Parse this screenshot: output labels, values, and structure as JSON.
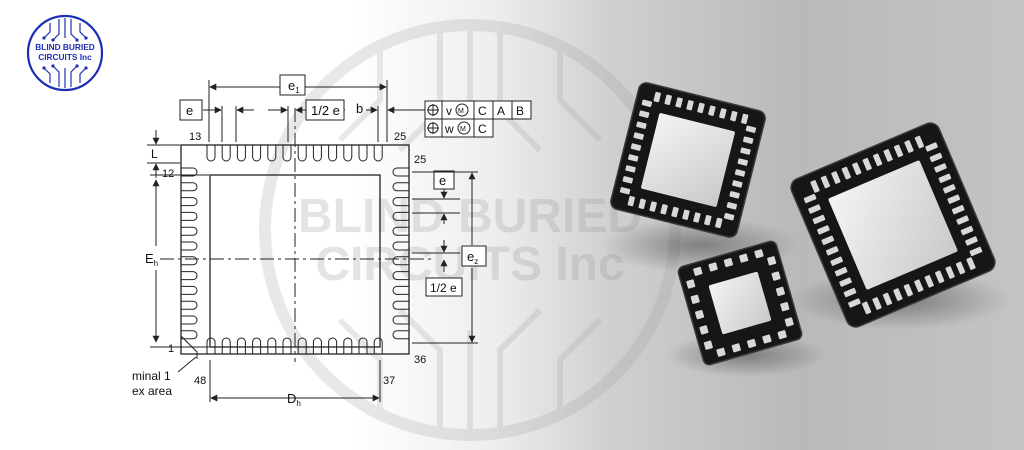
{
  "logo": {
    "line1": "BLIND BURIED",
    "line2": "CIRCUITS Inc",
    "color": "#1c2fb4"
  },
  "watermark": {
    "line1": "BLIND BURIED",
    "line2": "CIRCUITS Inc"
  },
  "diagram": {
    "dim_e1": "e",
    "dim_e1_sub": "1",
    "dim_e": "e",
    "dim_half_e": "1/2 e",
    "dim_b": "b",
    "tol_row1": [
      "v",
      "M",
      "C",
      "A",
      "B"
    ],
    "tol_row2": [
      "w",
      "M",
      "C"
    ],
    "pin_13": "13",
    "pin_25_top": "25",
    "pin_25_right": "25",
    "pin_12": "12",
    "pin_1": "1",
    "pin_48": "48",
    "pin_37": "37",
    "pin_36": "36",
    "dim_L": "L",
    "dim_Eh": "E",
    "dim_Eh_sub": "h",
    "dim_Dh": "D",
    "dim_Dh_sub": "h",
    "dim_ez": "e",
    "dim_ez_sub": "z",
    "dim_e_right": "e",
    "dim_half_e_right": "1/2 e",
    "terminal_line1": "minal 1",
    "terminal_line2": "ex area"
  },
  "photo": {
    "chip_count": 3
  }
}
